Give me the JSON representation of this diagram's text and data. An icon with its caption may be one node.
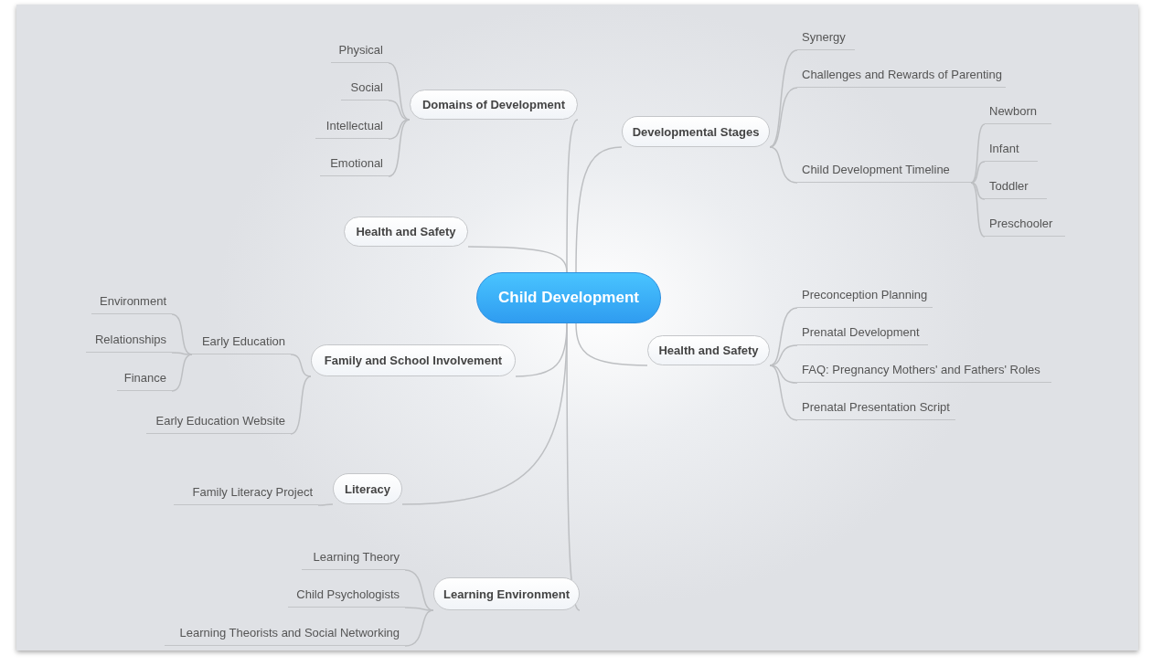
{
  "diagram": {
    "nodes": [
      {
        "text": [
          "Child Development"
        ]
      },
      {
        "text": [
          "Domains of Development"
        ]
      },
      {
        "text": [
          "Physical"
        ]
      },
      {
        "text": [
          "Social"
        ]
      },
      {
        "text": [
          "Intellectual"
        ]
      },
      {
        "text": [
          "Emotional"
        ]
      },
      {
        "text": [
          "Developmental Stages"
        ]
      },
      {
        "text": [
          "Synergy"
        ]
      },
      {
        "text": [
          "Challenges and Rewards of Parenting"
        ]
      },
      {
        "text": [
          "Child Development Timeline"
        ]
      },
      {
        "text": [
          "Newborn"
        ]
      },
      {
        "text": [
          "Infant"
        ]
      },
      {
        "text": [
          "Toddler"
        ]
      },
      {
        "text": [
          "Preschooler"
        ]
      },
      {
        "text": [
          "Health and Safety"
        ]
      },
      {
        "text": [
          "Health and Safety"
        ]
      },
      {
        "text": [
          "Preconception Planning"
        ]
      },
      {
        "text": [
          "Prenatal Development"
        ]
      },
      {
        "text": [
          "FAQ: Pregnancy Mothers' and Fathers' Roles"
        ]
      },
      {
        "text": [
          "Prenatal Presentation Script"
        ]
      },
      {
        "text": [
          "Family and School Involvement"
        ]
      },
      {
        "text": [
          "Early Education"
        ]
      },
      {
        "text": [
          "Environment"
        ]
      },
      {
        "text": [
          "Relationships"
        ]
      },
      {
        "text": [
          "Finance"
        ]
      },
      {
        "text": [
          "Early Education Website"
        ]
      },
      {
        "text": [
          "Literacy"
        ]
      },
      {
        "text": [
          "Family Literacy Project"
        ]
      },
      {
        "text": [
          "Learning Environment"
        ]
      },
      {
        "text": [
          "Learning Theory"
        ]
      },
      {
        "text": [
          "Child Psychologists"
        ]
      },
      {
        "text": [
          "Learning Theorists and Social Networking"
        ]
      }
    ],
    "edges": [
      {
        "from": 0,
        "to": 1,
        "arrow": "none"
      },
      {
        "from": 1,
        "to": 2,
        "arrow": "none"
      },
      {
        "from": 1,
        "to": 3,
        "arrow": "none"
      },
      {
        "from": 1,
        "to": 4,
        "arrow": "none"
      },
      {
        "from": 1,
        "to": 5,
        "arrow": "none"
      },
      {
        "from": 0,
        "to": 6,
        "arrow": "none"
      },
      {
        "from": 6,
        "to": 7,
        "arrow": "none"
      },
      {
        "from": 6,
        "to": 8,
        "arrow": "none"
      },
      {
        "from": 6,
        "to": 9,
        "arrow": "none"
      },
      {
        "from": 9,
        "to": 10,
        "arrow": "none"
      },
      {
        "from": 9,
        "to": 11,
        "arrow": "none"
      },
      {
        "from": 9,
        "to": 12,
        "arrow": "none"
      },
      {
        "from": 9,
        "to": 13,
        "arrow": "none"
      },
      {
        "from": 0,
        "to": 14,
        "arrow": "none"
      },
      {
        "from": 0,
        "to": 15,
        "arrow": "none"
      },
      {
        "from": 15,
        "to": 16,
        "arrow": "none"
      },
      {
        "from": 15,
        "to": 17,
        "arrow": "none"
      },
      {
        "from": 15,
        "to": 18,
        "arrow": "none"
      },
      {
        "from": 15,
        "to": 19,
        "arrow": "none"
      },
      {
        "from": 0,
        "to": 20,
        "arrow": "none"
      },
      {
        "from": 20,
        "to": 21,
        "arrow": "none"
      },
      {
        "from": 21,
        "to": 22,
        "arrow": "none"
      },
      {
        "from": 21,
        "to": 23,
        "arrow": "none"
      },
      {
        "from": 21,
        "to": 24,
        "arrow": "none"
      },
      {
        "from": 20,
        "to": 25,
        "arrow": "none"
      },
      {
        "from": 0,
        "to": 26,
        "arrow": "none"
      },
      {
        "from": 26,
        "to": 27,
        "arrow": "none"
      },
      {
        "from": 0,
        "to": 28,
        "arrow": "none"
      },
      {
        "from": 28,
        "to": 29,
        "arrow": "none"
      },
      {
        "from": 28,
        "to": 30,
        "arrow": "none"
      },
      {
        "from": 28,
        "to": 31,
        "arrow": "none"
      }
    ]
  }
}
